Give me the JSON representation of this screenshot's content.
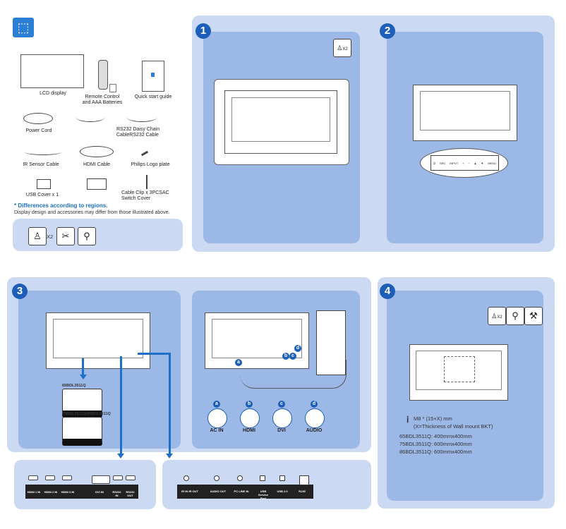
{
  "accessories": {
    "items": [
      {
        "label": "LCD display"
      },
      {
        "label": "Remote Control\nand AAA Batteries"
      },
      {
        "label": "Quick start guide"
      },
      {
        "label": "Power Cord"
      },
      {
        "label": "RS232 Daisy Chain CableRS232 Cable"
      },
      {
        "label": "IR Sensor Cable"
      },
      {
        "label": "HDMI Cable"
      },
      {
        "label": "Philips Logo plate"
      },
      {
        "label": "USB Cover x 1"
      },
      {
        "label": "Cable Clip x 3PCSAC Switch Cover"
      }
    ],
    "note_title": "* Differences according to regions.",
    "note_text": "Display design and accessories may differ from those illustrated above.",
    "tools": {
      "screw_count": "X2"
    }
  },
  "steps": [
    {
      "number": "1",
      "badge": "X2"
    },
    {
      "number": "2",
      "keypad": [
        "⏻",
        "SRC",
        "INPUT",
        "+",
        "−",
        "▲",
        "▼",
        "MENU"
      ]
    },
    {
      "number": "3",
      "models_a": "65BDL3511Q",
      "models_b": "75BDL3511Q/86BDL3511Q",
      "connectors": [
        {
          "letter": "a",
          "label": "AC IN"
        },
        {
          "letter": "b",
          "label": "HDMI"
        },
        {
          "letter": "c",
          "label": "DVI"
        },
        {
          "letter": "d",
          "label": "AUDIO"
        }
      ]
    },
    {
      "number": "4",
      "badge": "X2",
      "screw": "M8 * (15+X) mm",
      "screw_note": "(X=Thickness of  Wall mount BKT)",
      "sizes": [
        "65BDL3511Q: 400mmx400mm",
        "75BDL3511Q: 600mmx400mm",
        "86BDL3511Q: 600mmx400mm"
      ]
    }
  ],
  "ports_left": [
    "HDMI 1 IN",
    "HDMI 2 IN",
    "HDMI 3 IN",
    "DVI IN",
    "RS232 IN",
    "RS232 OUT"
  ],
  "ports_right": [
    "IR IN IR OUT",
    "AUDIO OUT",
    "PC LINE IN",
    "USB Service Port",
    "USB 2.0",
    "RJ45"
  ],
  "colors": {
    "panel": "#cbdaf2",
    "inner": "#9cb8e6",
    "accent": "#1d5fb8"
  }
}
